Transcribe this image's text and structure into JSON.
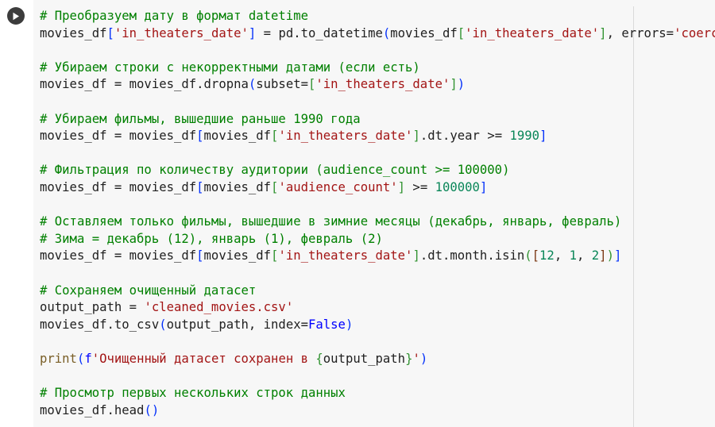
{
  "cell": {
    "run_button": {
      "icon": "play-icon",
      "color": "#3c3c3c"
    },
    "lines": [
      [
        {
          "t": "# Преобразуем дату в формат datetime",
          "c": "cm"
        }
      ],
      [
        {
          "t": "movies_df",
          "c": ""
        },
        {
          "t": "[",
          "c": "b1"
        },
        {
          "t": "'in_theaters_date'",
          "c": "st"
        },
        {
          "t": "]",
          "c": "b1"
        },
        {
          "t": " = pd.to_datetime",
          "c": ""
        },
        {
          "t": "(",
          "c": "b1"
        },
        {
          "t": "movies_df",
          "c": ""
        },
        {
          "t": "[",
          "c": "b2"
        },
        {
          "t": "'in_theaters_date'",
          "c": "st"
        },
        {
          "t": "]",
          "c": "b2"
        },
        {
          "t": ", errors=",
          "c": ""
        },
        {
          "t": "'coerce'",
          "c": "st"
        },
        {
          "t": ")",
          "c": "b1"
        }
      ],
      [],
      [
        {
          "t": "# Убираем строки с некорректными датами (если есть)",
          "c": "cm"
        }
      ],
      [
        {
          "t": "movies_df = movies_df.dropna",
          "c": ""
        },
        {
          "t": "(",
          "c": "b1"
        },
        {
          "t": "subset=",
          "c": ""
        },
        {
          "t": "[",
          "c": "b2"
        },
        {
          "t": "'in_theaters_date'",
          "c": "st"
        },
        {
          "t": "]",
          "c": "b2"
        },
        {
          "t": ")",
          "c": "b1"
        }
      ],
      [],
      [
        {
          "t": "# Убираем фильмы, вышедшие раньше 1990 года",
          "c": "cm"
        }
      ],
      [
        {
          "t": "movies_df = movies_df",
          "c": ""
        },
        {
          "t": "[",
          "c": "b1"
        },
        {
          "t": "movies_df",
          "c": ""
        },
        {
          "t": "[",
          "c": "b2"
        },
        {
          "t": "'in_theaters_date'",
          "c": "st"
        },
        {
          "t": "]",
          "c": "b2"
        },
        {
          "t": ".dt.year >= ",
          "c": ""
        },
        {
          "t": "1990",
          "c": "nu"
        },
        {
          "t": "]",
          "c": "b1"
        }
      ],
      [],
      [
        {
          "t": "# Фильтрация по количеству аудитории (audience_count >= 100000)",
          "c": "cm"
        }
      ],
      [
        {
          "t": "movies_df = movies_df",
          "c": ""
        },
        {
          "t": "[",
          "c": "b1"
        },
        {
          "t": "movies_df",
          "c": ""
        },
        {
          "t": "[",
          "c": "b2"
        },
        {
          "t": "'audience_count'",
          "c": "st"
        },
        {
          "t": "]",
          "c": "b2"
        },
        {
          "t": " >= ",
          "c": ""
        },
        {
          "t": "100000",
          "c": "nu"
        },
        {
          "t": "]",
          "c": "b1"
        }
      ],
      [],
      [
        {
          "t": "# Оставляем только фильмы, вышедшие в зимние месяцы (декабрь, январь, февраль)",
          "c": "cm"
        }
      ],
      [
        {
          "t": "# Зима = декабрь (12), январь (1), февраль (2)",
          "c": "cm"
        }
      ],
      [
        {
          "t": "movies_df = movies_df",
          "c": ""
        },
        {
          "t": "[",
          "c": "b1"
        },
        {
          "t": "movies_df",
          "c": ""
        },
        {
          "t": "[",
          "c": "b2"
        },
        {
          "t": "'in_theaters_date'",
          "c": "st"
        },
        {
          "t": "]",
          "c": "b2"
        },
        {
          "t": ".dt.month.isin",
          "c": ""
        },
        {
          "t": "(",
          "c": "b2"
        },
        {
          "t": "[",
          "c": "b3"
        },
        {
          "t": "12",
          "c": "nu"
        },
        {
          "t": ", ",
          "c": ""
        },
        {
          "t": "1",
          "c": "nu"
        },
        {
          "t": ", ",
          "c": ""
        },
        {
          "t": "2",
          "c": "nu"
        },
        {
          "t": "]",
          "c": "b3"
        },
        {
          "t": ")",
          "c": "b2"
        },
        {
          "t": "]",
          "c": "b1"
        }
      ],
      [],
      [
        {
          "t": "# Сохраняем очищенный датасет",
          "c": "cm"
        }
      ],
      [
        {
          "t": "output_path = ",
          "c": ""
        },
        {
          "t": "'cleaned_movies.csv'",
          "c": "st"
        }
      ],
      [
        {
          "t": "movies_df.to_csv",
          "c": ""
        },
        {
          "t": "(",
          "c": "b1"
        },
        {
          "t": "output_path, index=",
          "c": ""
        },
        {
          "t": "False",
          "c": "kw"
        },
        {
          "t": ")",
          "c": "b1"
        }
      ],
      [],
      [
        {
          "t": "print",
          "c": "fn"
        },
        {
          "t": "(",
          "c": "b1"
        },
        {
          "t": "f",
          "c": "kw"
        },
        {
          "t": "'Очищенный датасет сохранен в ",
          "c": "st"
        },
        {
          "t": "{",
          "c": "b2"
        },
        {
          "t": "output_path",
          "c": ""
        },
        {
          "t": "}",
          "c": "b2"
        },
        {
          "t": "'",
          "c": "st"
        },
        {
          "t": ")",
          "c": "b1"
        }
      ],
      [],
      [
        {
          "t": "# Просмотр первых нескольких строк данных",
          "c": "cm"
        }
      ],
      [
        {
          "t": "movies_df.head",
          "c": ""
        },
        {
          "t": "(",
          "c": "b1"
        },
        {
          "t": ")",
          "c": "b1"
        }
      ]
    ]
  }
}
